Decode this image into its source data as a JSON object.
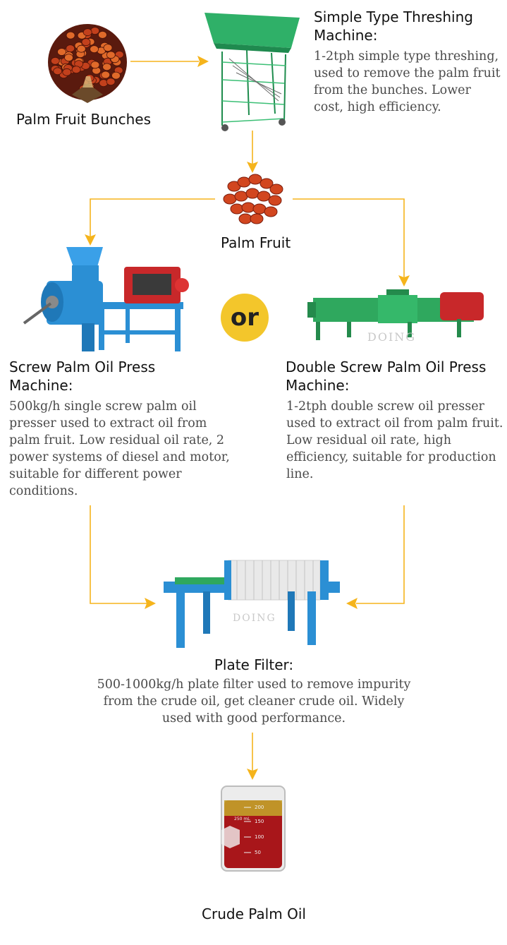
{
  "colors": {
    "arrow": "#f5b41c",
    "or_circle": "#f3c62b",
    "machine_green": "#2fa85e",
    "machine_blue": "#2b8fd4",
    "engine_red": "#c8282a",
    "fruit": "#d2461f",
    "oil": "#a8161a"
  },
  "watermark": "DOING",
  "nodes": {
    "bunches": {
      "label": "Palm Fruit Bunches"
    },
    "thresher": {
      "title": "Simple Type Threshing Machine:",
      "desc": "1-2tph simple type threshing, used to remove the palm fruit from the bunches. Lower cost, high efficiency."
    },
    "fruit": {
      "label": "Palm Fruit"
    },
    "or_text": "or",
    "screw_press": {
      "title": "Screw Palm Oil Press Machine:",
      "desc": "500kg/h single screw palm oil presser used to extract oil from palm fruit. Low residual oil rate, 2 power systems of diesel and motor, suitable for different power conditions."
    },
    "double_press": {
      "title": "Double Screw Palm Oil Press Machine:",
      "desc": "1-2tph double screw oil presser used to extract oil from palm fruit. Low residual oil rate, high efficiency, suitable for production line."
    },
    "plate_filter": {
      "title": "Plate Filter:",
      "desc": "500-1000kg/h plate filter used to remove impurity from the crude oil, get cleaner crude oil. Widely used with good performance."
    },
    "crude_oil": {
      "label": "Crude Palm Oil"
    }
  },
  "beaker_scale": [
    "250 mL",
    "200",
    "150",
    "100",
    "50"
  ]
}
